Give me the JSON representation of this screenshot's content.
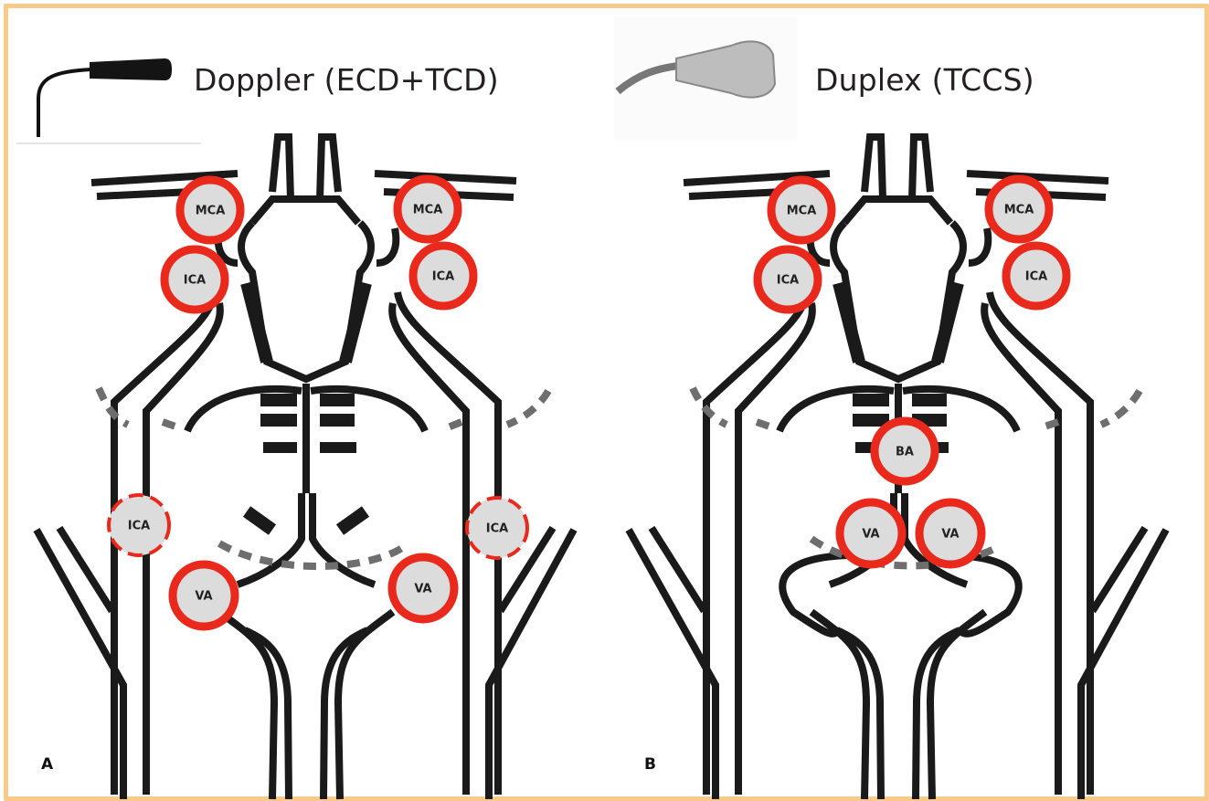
{
  "panel_a": {
    "title": "Doppler (ECD+TCD)",
    "letter": "A",
    "probe_icon": "pencil-probe-icon",
    "labels": {
      "mca_l": "MCA",
      "mca_r": "MCA",
      "ica_l": "ICA",
      "ica_r": "ICA",
      "ica_ext_l": "ICA",
      "ica_ext_r": "ICA",
      "va_l": "VA",
      "va_r": "VA"
    }
  },
  "panel_b": {
    "title": "Duplex (TCCS)",
    "letter": "B",
    "probe_icon": "transducer-probe-icon",
    "labels": {
      "mca_l": "MCA",
      "mca_r": "MCA",
      "ica_l": "ICA",
      "ica_r": "ICA",
      "ba": "BA",
      "va_l": "VA",
      "va_r": "VA"
    }
  },
  "colors": {
    "frame": "#f7c98a",
    "vessel": "#1a1a1a",
    "marker_solid": "#e8291c",
    "marker_fill": "#dcdcdc",
    "dashed_bone": "#6e6e6e"
  }
}
